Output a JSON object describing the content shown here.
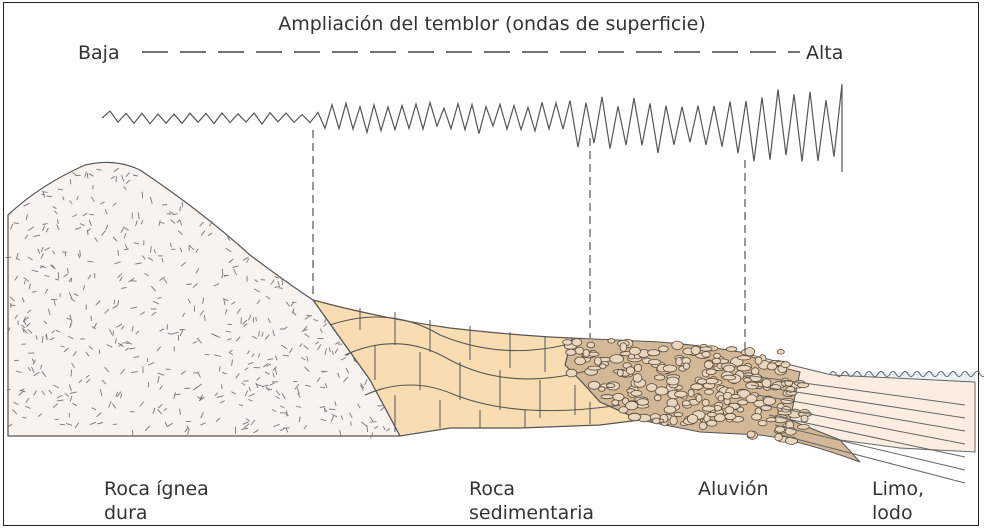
{
  "title": "Ampliación del temblor (ondas de superficie)",
  "scale": {
    "low": "Baja",
    "high": "Alta"
  },
  "materials": [
    {
      "label": "Roca ígnea\ndura"
    },
    {
      "label": "Roca\nsedimentaria"
    },
    {
      "label": "Aluvión"
    },
    {
      "label": "Limo,\nlodo"
    }
  ],
  "colors": {
    "line": "#555555",
    "igneous_fill": "#f8f3ee",
    "sediment_fill": "#f9ddb2",
    "alluvium_fill": "#d2b896",
    "silt_fill": "#fbeee0",
    "water_fill": "#e9f1f6"
  }
}
